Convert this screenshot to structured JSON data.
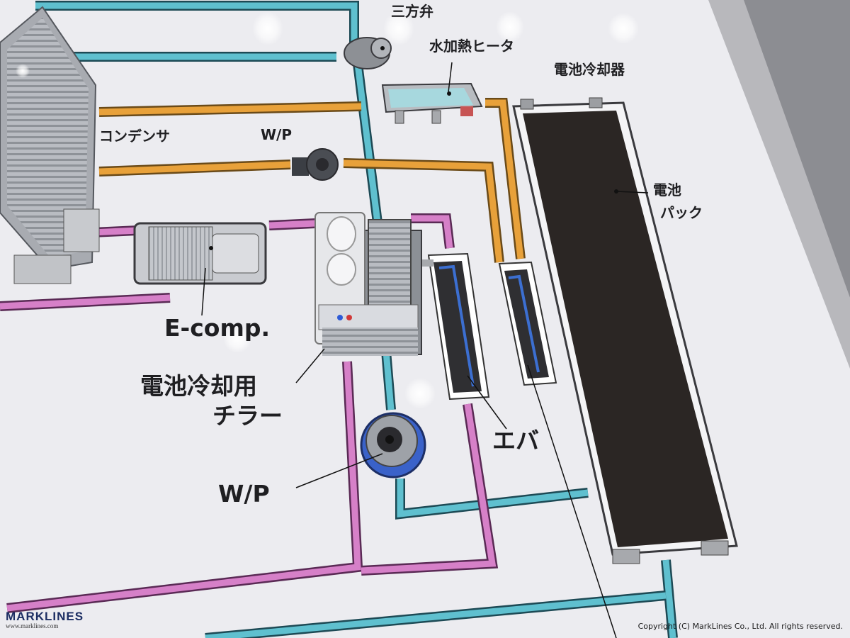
{
  "labels": {
    "three_way_valve": "三方弁",
    "water_heater": "水加熱ヒータ",
    "battery_cooler": "電池冷却器",
    "condenser": "コンデンサ",
    "wp_top": "W/P",
    "battery_pack_line1": "電池",
    "battery_pack_line2": "パック",
    "e_comp": "E-comp.",
    "chiller_line1": "電池冷却用",
    "chiller_line2": "チラー",
    "evaporator": "エバ",
    "wp_bottom": "W/P"
  },
  "watermark": {
    "logo": "MARKLINES",
    "url": "www.marklines.com",
    "copyright": "Copyright (C) MarkLines Co., Ltd. All rights reserved."
  },
  "pipe_colors": {
    "coolant": "#5fc0cf",
    "refrigerant_hot": "#e8a13a",
    "refrigerant_low": "#d680c8",
    "board": "#ececf0",
    "battery_cells": "#2b2624"
  }
}
